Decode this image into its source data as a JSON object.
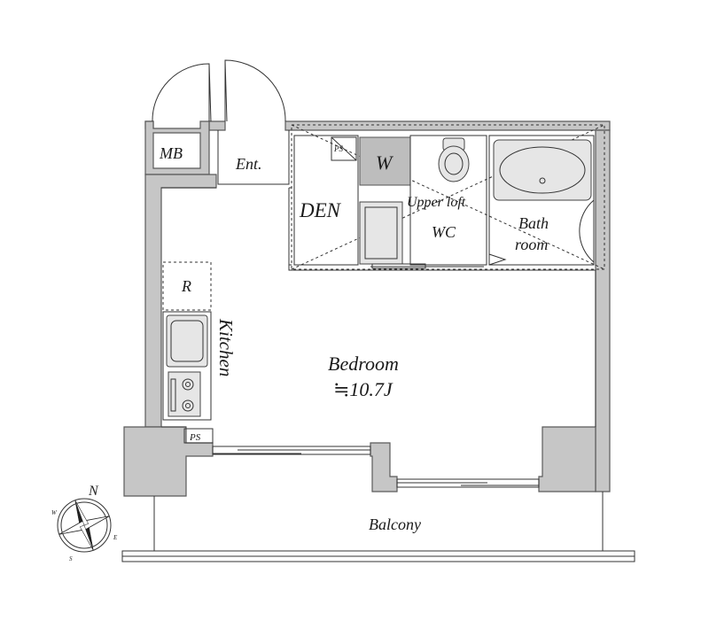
{
  "rooms": {
    "mb": "MB",
    "ent": "Ent.",
    "den": "DEN",
    "ps_top": "PS",
    "w": "W",
    "upper_loft": "Upper loft",
    "wc": "WC",
    "bath_line1": "Bath",
    "bath_line2": "room",
    "r": "R",
    "kitchen": "Kitchen",
    "bedroom": "Bedroom",
    "bedroom_size": "≒10.7J",
    "ps_bottom": "PS",
    "balcony": "Balcony"
  },
  "compass": {
    "north": "N",
    "east": "E",
    "south": "S",
    "west": "W"
  },
  "colors": {
    "wall": "#c6c6c6",
    "line": "#333333",
    "fixture_fill": "#e6e6e6"
  }
}
